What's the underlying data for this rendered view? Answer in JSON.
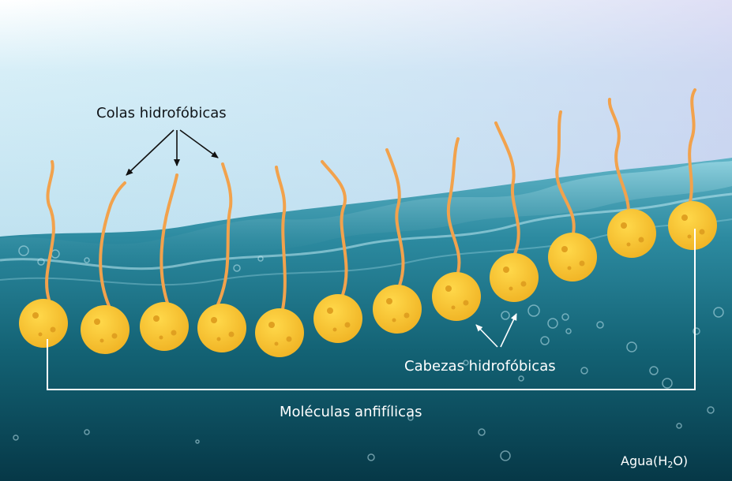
{
  "labels": {
    "tails": "Colas hidrofóbicas",
    "heads": "Cabezas hidrofóbicas",
    "molecules": "Moléculas anfifílicas",
    "water": "Agua(H",
    "water_sub": "2",
    "water_end": "O)"
  },
  "colors": {
    "sky_top": "#ffffff",
    "sky_bottom": "#b9d9ea",
    "water_top": "#3f9bb0",
    "water_bottom": "#08404f",
    "head_fill": "#f7c531",
    "head_dot": "#e0a020",
    "tail_stroke": "#f2a24c",
    "bracket": "#ffffff",
    "arrow_dark": "#111111"
  },
  "molecule_count": 12
}
